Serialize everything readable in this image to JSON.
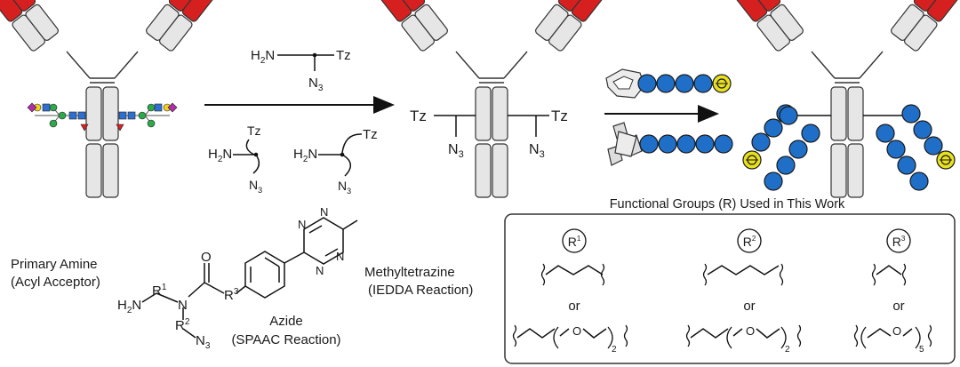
{
  "reagents": {
    "amine_group": "H",
    "amine_sub": "2",
    "amine_n": "N",
    "tz": "Tz",
    "azide_n": "N",
    "azide_sub": "3"
  },
  "intermediate": {
    "tz_left": "Tz",
    "tz_right": "Tz",
    "azide_n": "N",
    "azide_sub": "3"
  },
  "functional_groups": {
    "title": "Functional Groups (R) Used in This Work",
    "r1": "R",
    "r1_sup": "1",
    "r2": "R",
    "r2_sup": "2",
    "r3": "R",
    "r3_sup": "3",
    "or": "or",
    "o": "O",
    "peg_n1": "2",
    "peg_n2": "2",
    "peg_n3": "5"
  },
  "structure_labels": {
    "amine_title": "Primary Amine",
    "amine_subtitle": "(Acyl Acceptor)",
    "azide_title": "Azide",
    "azide_subtitle": "(SPAAC Reaction)",
    "tz_title": "Methyltetrazine",
    "tz_subtitle": "(IEDDA Reaction)",
    "atom_o": "O",
    "atom_n": "N",
    "atom_h": "H",
    "sub_2": "2",
    "sub_3": "3",
    "sup_1": "1",
    "sup_2": "2",
    "sup_3": "3",
    "atom_r": "R"
  },
  "colors": {
    "fab_red": "#d62020",
    "domain_gray": "#e6e6e6",
    "outline": "#333333",
    "bead_blue": "#1f6fc9",
    "cap_yellow": "#e8e020",
    "glycan_blue": "#2f6fd0",
    "glycan_green": "#2ea84a",
    "glycan_yellow": "#f2d21e",
    "glycan_purple": "#b02fa6",
    "glycan_red": "#d92020"
  }
}
